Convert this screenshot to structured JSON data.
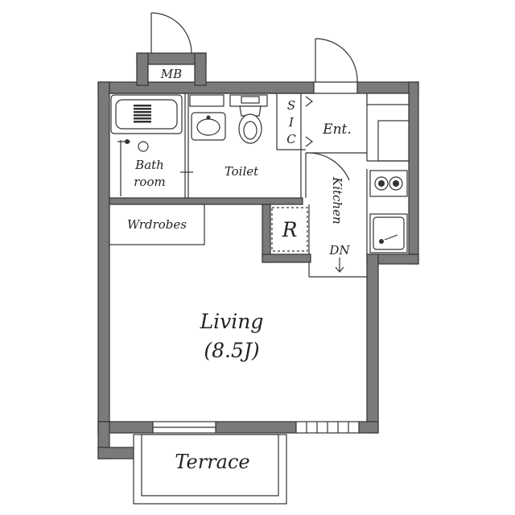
{
  "rooms": {
    "mb": "MB",
    "bath": [
      "Bath",
      "room"
    ],
    "toilet": "Toilet",
    "sic": [
      "S",
      "I",
      "C"
    ],
    "entrance": "Ent.",
    "kitchen": "Kitchen",
    "down": "DN",
    "refrigerator": "R",
    "wardrobes": "Wrdrobes",
    "living": "Living",
    "living_size": "(8.5J)",
    "terrace": "Terrace"
  },
  "colors": {
    "wall": "#7a7a7a",
    "line": "#333333",
    "background": "#ffffff"
  }
}
